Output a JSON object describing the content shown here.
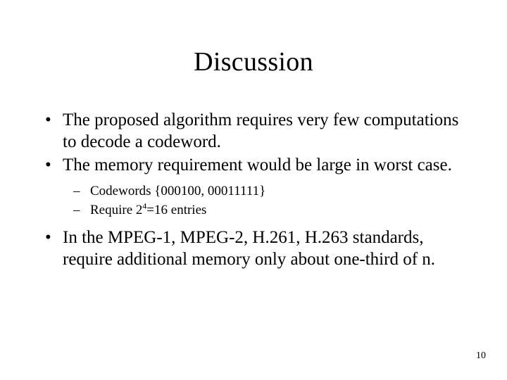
{
  "slide": {
    "title": "Discussion",
    "page_number": "10",
    "background_color": "#ffffff",
    "text_color": "#000000",
    "bullet_marker": "•",
    "dash_marker": "–",
    "bullets": [
      {
        "level": 1,
        "text": "The proposed algorithm requires very few computations to decode a codeword."
      },
      {
        "level": 1,
        "text": "The memory requirement would be large in worst case."
      },
      {
        "level": 2,
        "text": "Codewords {000100, 00011111}"
      },
      {
        "level": 2,
        "text_before_superscript": "Require 2",
        "superscript": "4",
        "text_after_superscript": "=16 entries"
      },
      {
        "level": 1,
        "text": "In the MPEG-1, MPEG-2, H.261, H.263 standards, require additional memory only about one-third of n."
      }
    ]
  }
}
